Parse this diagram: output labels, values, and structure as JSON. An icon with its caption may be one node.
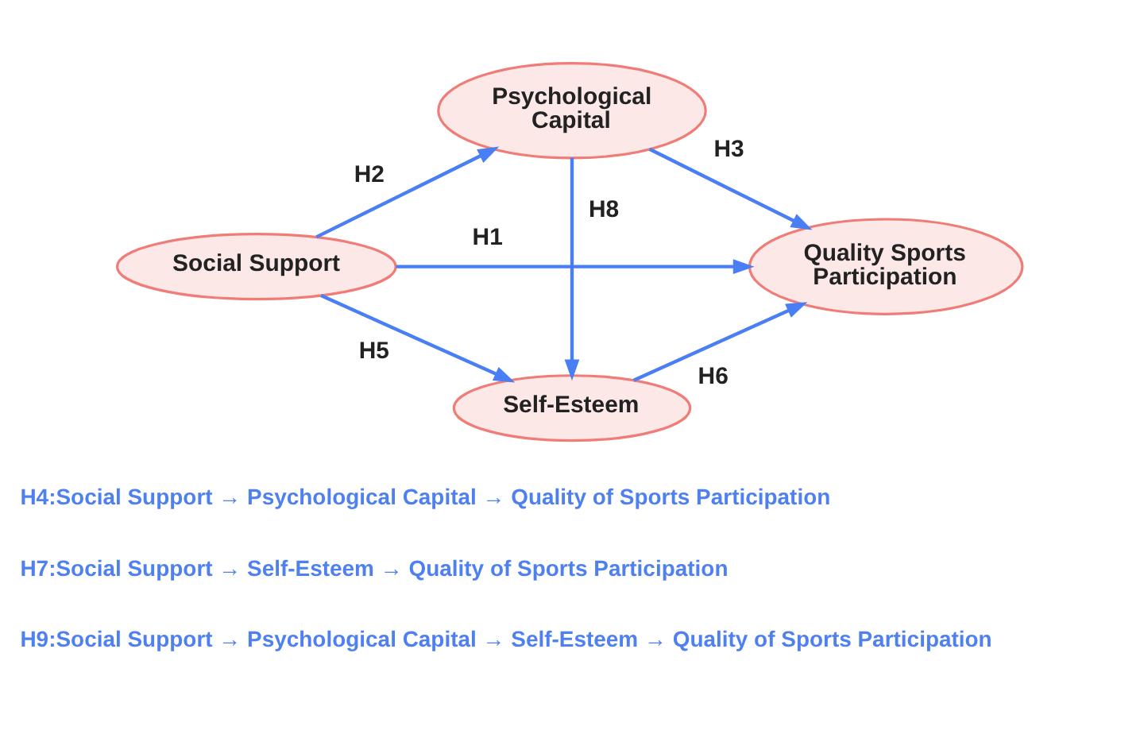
{
  "diagram": {
    "nodes": [
      {
        "text": [
          "Psychological Capital"
        ]
      },
      {
        "text": [
          "Social Support"
        ]
      },
      {
        "text": [
          "Quality Sports Participation"
        ]
      },
      {
        "text": [
          "Self-Esteem"
        ]
      }
    ],
    "edges": [
      {
        "from": 1,
        "to": 0,
        "arrow": "to",
        "label": "H2"
      },
      {
        "from": 0,
        "to": 2,
        "arrow": "to",
        "label": "H3"
      },
      {
        "from": 0,
        "to": 3,
        "arrow": "to",
        "label": "H8"
      },
      {
        "from": 1,
        "to": 2,
        "arrow": "to",
        "label": "H1"
      },
      {
        "from": 1,
        "to": 3,
        "arrow": "to",
        "label": "H5"
      },
      {
        "from": 3,
        "to": 2,
        "arrow": "to",
        "label": "H6"
      }
    ],
    "labels": [
      "H4:Social Support → Psychological Capital → Quality of Sports Participation",
      "H7:Social Support → Self-Esteem → Quality of Sports Participation",
      "H9:Social Support → Psychological Capital → Self-Esteem → Quality of Sports Participation"
    ]
  }
}
